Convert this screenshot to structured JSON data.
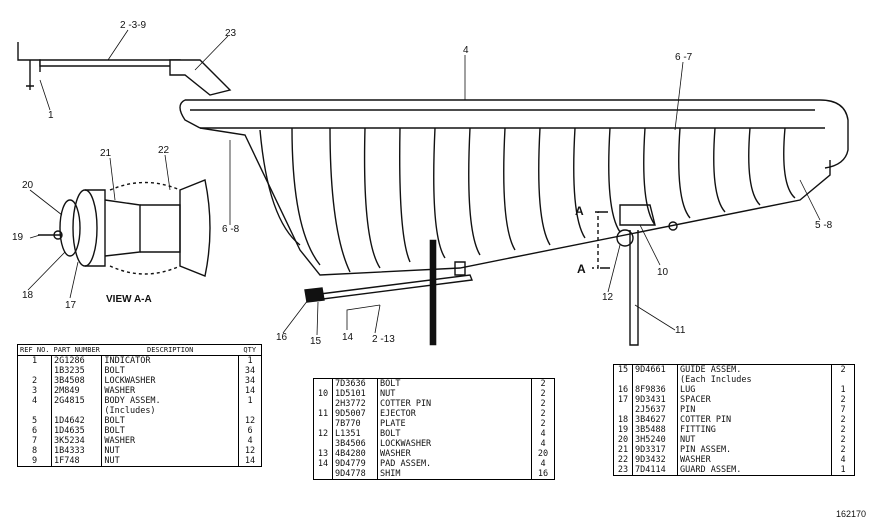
{
  "callouts": {
    "c1": "1",
    "c2_3_9": "2 -3-9",
    "c23": "23",
    "c4": "4",
    "c6_7": "6 -7",
    "c21": "21",
    "c22": "22",
    "c20": "20",
    "c19": "19",
    "c18": "18",
    "c17": "17",
    "c6_8": "6 -8",
    "c5_8": "5 -8",
    "cA1": "A",
    "cA2": "A",
    "c10": "10",
    "c12": "12",
    "c11": "11",
    "c16": "16",
    "c15": "15",
    "c14": "14",
    "c2_13": "2 -13"
  },
  "view_label": "VIEW A-A",
  "table1": {
    "headers": {
      "ref": "REF NO.",
      "part": "PART NUMBER",
      "desc": "DESCRIPTION",
      "qty": "QTY"
    },
    "rows": [
      {
        "ref": "1",
        "part": "2G1286",
        "desc": "INDICATOR",
        "qty": "1"
      },
      {
        "ref": "",
        "part": "1B3235",
        "desc": "BOLT",
        "qty": "34"
      },
      {
        "ref": "2",
        "part": "3B4508",
        "desc": "LOCKWASHER",
        "qty": "34"
      },
      {
        "ref": "3",
        "part": "2M849",
        "desc": "WASHER",
        "qty": "14"
      },
      {
        "ref": "4",
        "part": "2G4815",
        "desc": "BODY ASSEM.",
        "qty": "1"
      },
      {
        "ref": "",
        "part": "",
        "desc": "(Includes)",
        "qty": ""
      },
      {
        "ref": "5",
        "part": "1D4642",
        "desc": "BOLT",
        "qty": "12"
      },
      {
        "ref": "6",
        "part": "1D4635",
        "desc": "BOLT",
        "qty": "6"
      },
      {
        "ref": "7",
        "part": "3K5234",
        "desc": "WASHER",
        "qty": "4"
      },
      {
        "ref": "8",
        "part": "1B4333",
        "desc": "NUT",
        "qty": "12"
      },
      {
        "ref": "9",
        "part": "1F748",
        "desc": "NUT",
        "qty": "14"
      }
    ]
  },
  "table2": {
    "rows": [
      {
        "ref": "",
        "part": "7D3636",
        "desc": "BOLT",
        "qty": "2"
      },
      {
        "ref": "10",
        "part": "1D5101",
        "desc": "NUT",
        "qty": "2"
      },
      {
        "ref": "",
        "part": "2H3772",
        "desc": "COTTER PIN",
        "qty": "2"
      },
      {
        "ref": "11",
        "part": "9D5007",
        "desc": "EJECTOR",
        "qty": "2"
      },
      {
        "ref": "",
        "part": "7B770",
        "desc": "PLATE",
        "qty": "2"
      },
      {
        "ref": "12",
        "part": "L1351",
        "desc": "BOLT",
        "qty": "4"
      },
      {
        "ref": "",
        "part": "3B4506",
        "desc": "LOCKWASHER",
        "qty": "4"
      },
      {
        "ref": "13",
        "part": "4B4280",
        "desc": "WASHER",
        "qty": "20"
      },
      {
        "ref": "14",
        "part": "9D4779",
        "desc": "PAD ASSEM.",
        "qty": "4"
      },
      {
        "ref": "",
        "part": "9D4778",
        "desc": "SHIM",
        "qty": "16"
      }
    ]
  },
  "table3": {
    "rows": [
      {
        "ref": "15",
        "part": "9D4661",
        "desc": "GUIDE ASSEM.",
        "qty": "2"
      },
      {
        "ref": "",
        "part": "",
        "desc": "(Each Includes",
        "qty": ""
      },
      {
        "ref": "16",
        "part": "8F9836",
        "desc": "LUG",
        "qty": "1"
      },
      {
        "ref": "17",
        "part": "9D3431",
        "desc": "SPACER",
        "qty": "2"
      },
      {
        "ref": "",
        "part": "2J5637",
        "desc": "PIN",
        "qty": "7"
      },
      {
        "ref": "18",
        "part": "3B4627",
        "desc": "COTTER PIN",
        "qty": "2"
      },
      {
        "ref": "19",
        "part": "3B5488",
        "desc": "FITTING",
        "qty": "2"
      },
      {
        "ref": "20",
        "part": "3H5240",
        "desc": "NUT",
        "qty": "2"
      },
      {
        "ref": "21",
        "part": "9D3317",
        "desc": "PIN ASSEM.",
        "qty": "2"
      },
      {
        "ref": "22",
        "part": "9D3432",
        "desc": "WASHER",
        "qty": "4"
      },
      {
        "ref": "23",
        "part": "7D4114",
        "desc": "GUARD ASSEM.",
        "qty": "1"
      }
    ]
  },
  "figure_number": "162170"
}
